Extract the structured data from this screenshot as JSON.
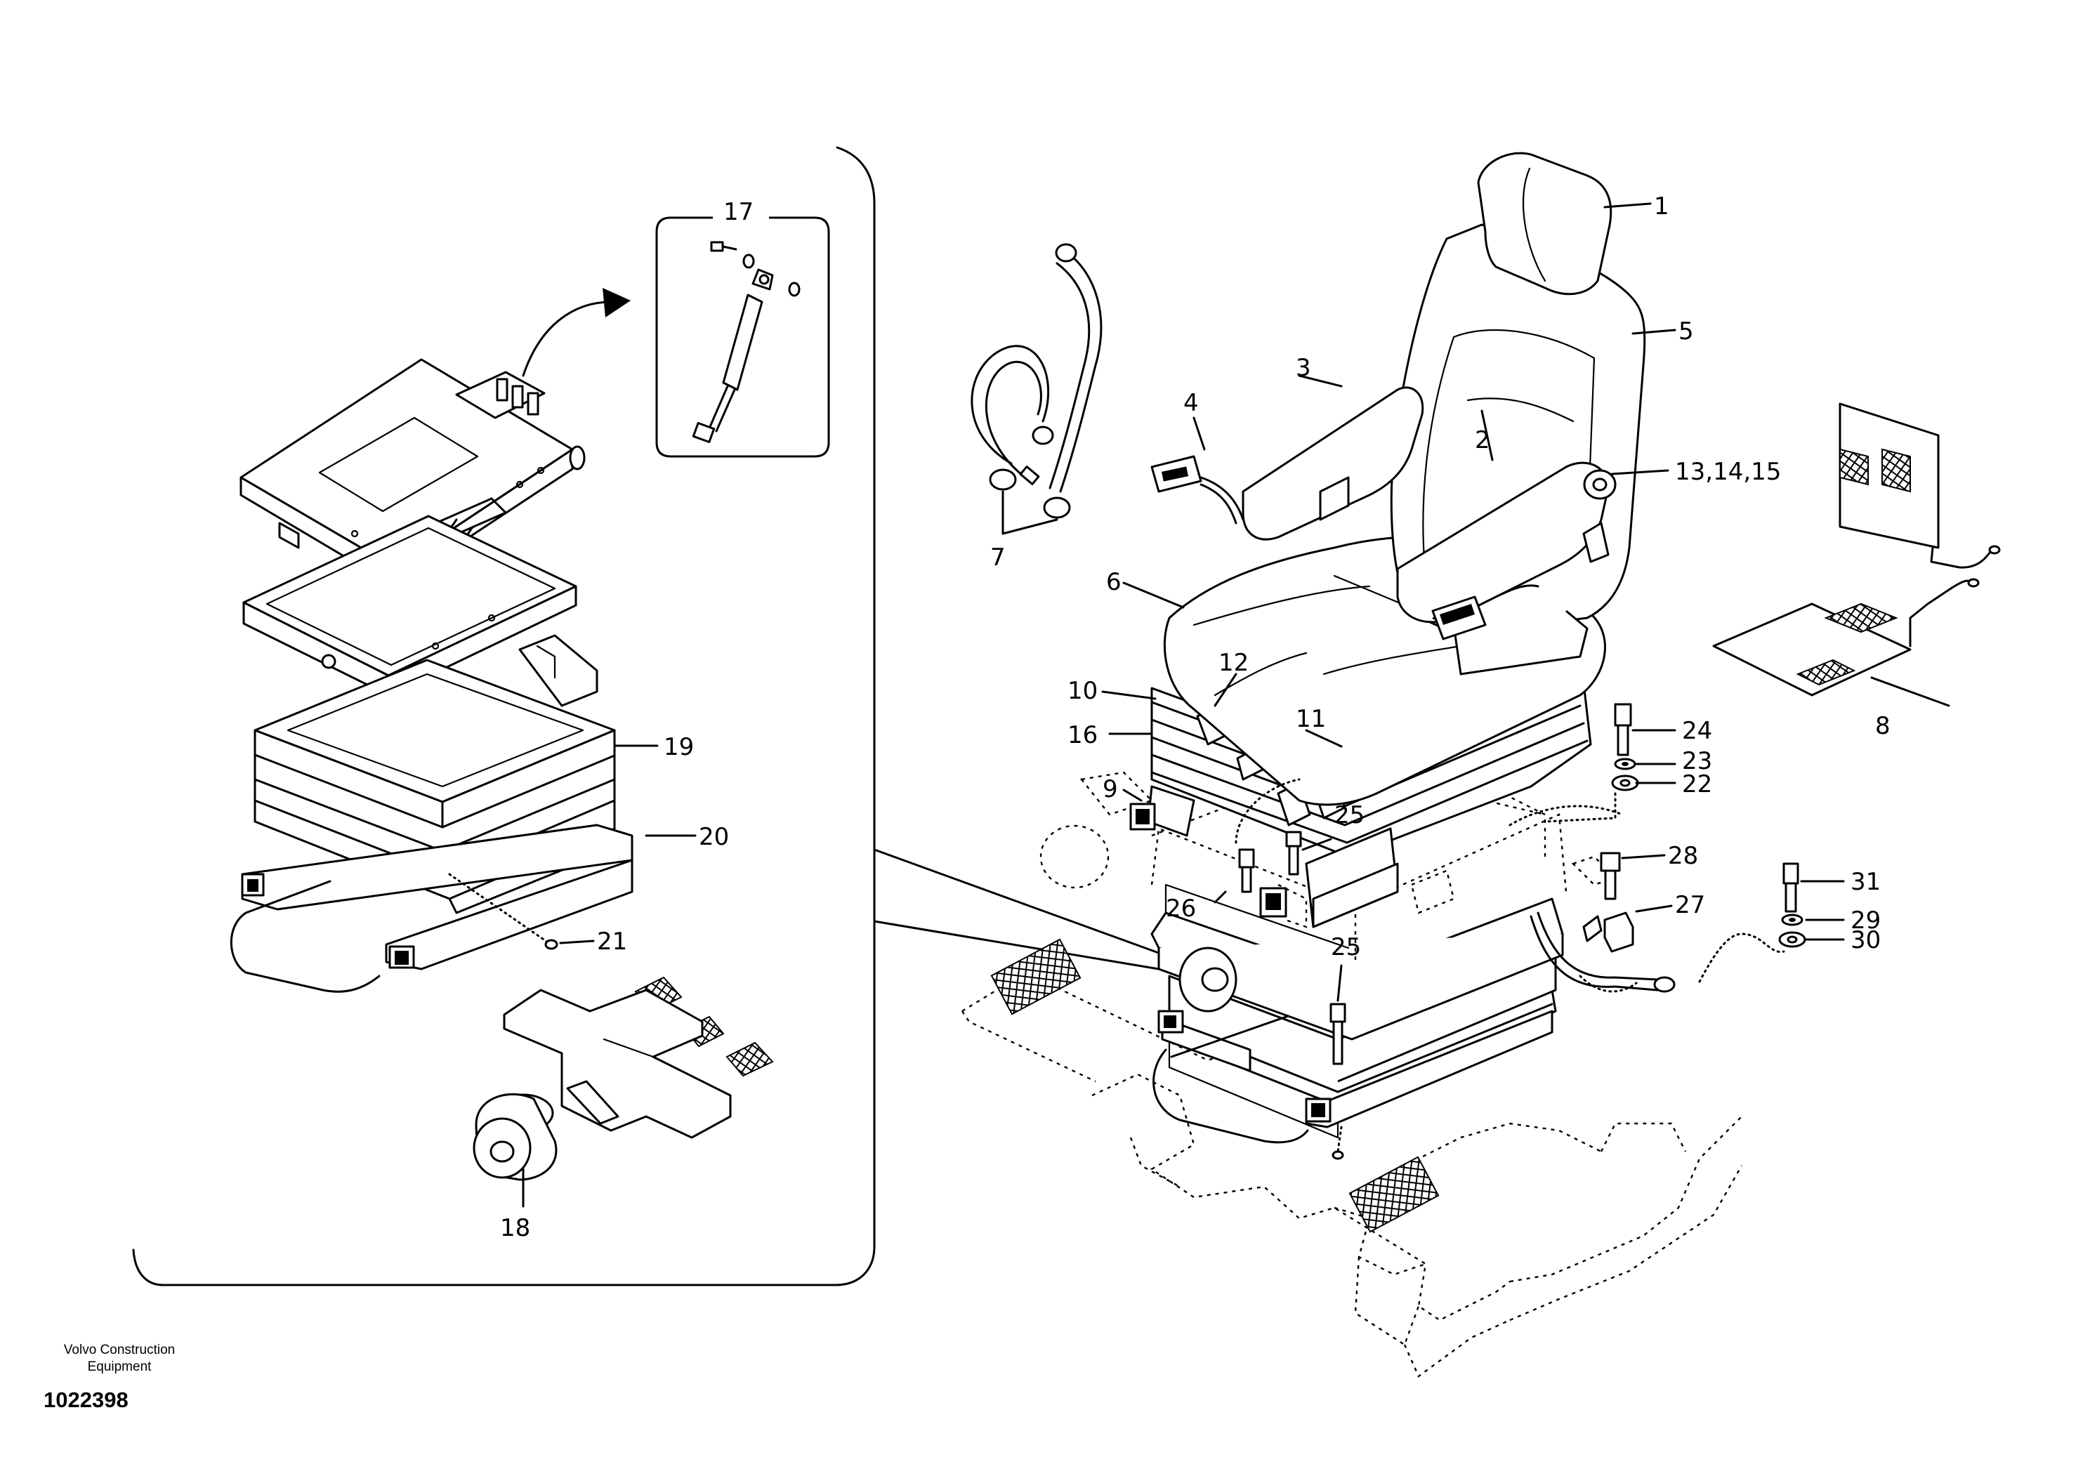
{
  "footer": {
    "company_line1": "Volvo Construction",
    "company_line2": "Equipment",
    "drawing_number": "1022398"
  },
  "callouts": [
    "1",
    "2",
    "3",
    "4",
    "5",
    "6",
    "7",
    "8",
    "9",
    "10",
    "11",
    "12",
    "13,14,15",
    "16",
    "17",
    "18",
    "19",
    "20",
    "21",
    "22",
    "23",
    "24",
    "25",
    "25",
    "26",
    "27",
    "28",
    "29",
    "30",
    "31"
  ]
}
